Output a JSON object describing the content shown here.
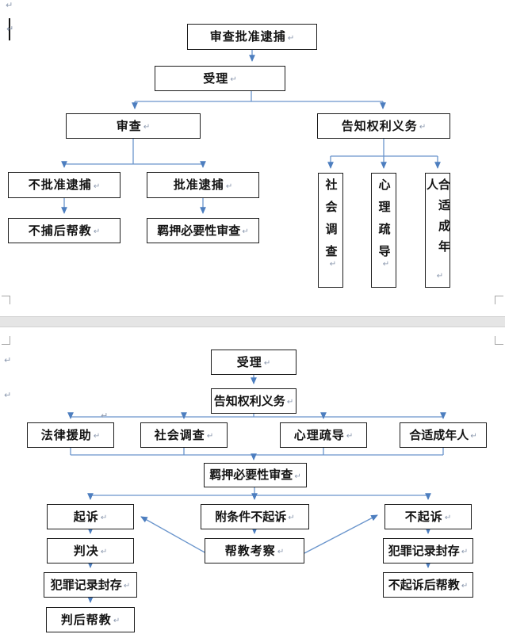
{
  "formatting": {
    "return_mark": "↵"
  },
  "colors": {
    "connector": "#6a95cc",
    "arrowhead": "#4d7ebf",
    "box_border": "#1c1c1c",
    "page_break_fill": "#e5e5e5"
  },
  "top_chart": {
    "nodes": {
      "review_approve_arrest": "审查批准逮捕",
      "accept": "受理",
      "review": "审查",
      "inform_rights": "告知权利义务",
      "not_approve_arrest": "不批准逮捕",
      "approve_arrest": "批准逮捕",
      "help_after_no_arrest": "不捕后帮教",
      "detention_review": "羁押必要性审查",
      "social_investigation": "社会调查",
      "psychological_counseling": "心理疏导",
      "appropriate_adult": "合适成年人"
    }
  },
  "bottom_chart": {
    "nodes": {
      "accept": "受理",
      "inform_rights": "告知权利义务",
      "legal_aid": "法律援助",
      "social_investigation": "社会调查",
      "psychological_counseling": "心理疏导",
      "appropriate_adult": "合适成年人",
      "detention_review": "羁押必要性审查",
      "prosecute": "起诉",
      "conditional_non_prosecution": "附条件不起诉",
      "non_prosecution": "不起诉",
      "judgment": "判决",
      "probation_observation": "帮教考察",
      "record_sealing_left": "犯罪记录封存",
      "help_after_judgment": "判后帮教",
      "record_sealing_right": "犯罪记录封存",
      "help_after_non_prosecution": "不起诉后帮教"
    }
  }
}
